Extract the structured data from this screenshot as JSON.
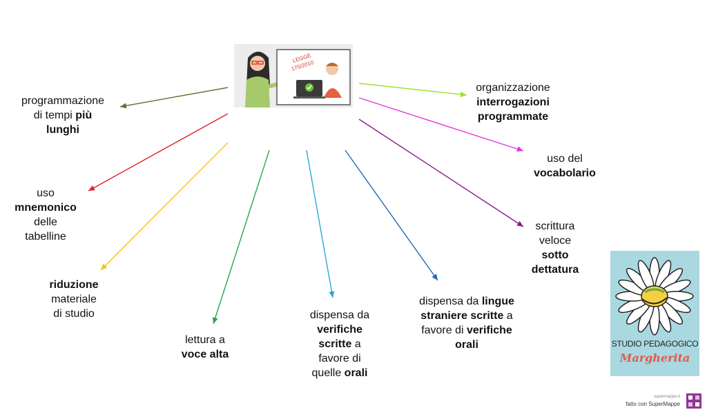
{
  "central": {
    "badge_text_1": "LEGGE",
    "badge_text_2": "170/2010"
  },
  "nodes": [
    {
      "id": "programmazione",
      "parts": [
        [
          "programmazione",
          false
        ],
        [
          "\n",
          false
        ],
        [
          "di tempi ",
          false
        ],
        [
          "più",
          true
        ],
        [
          "\n",
          false
        ],
        [
          "lunghi",
          true
        ]
      ]
    },
    {
      "id": "mnemonico",
      "parts": [
        [
          "uso",
          false
        ],
        [
          "\n",
          false
        ],
        [
          "mnemonico",
          true
        ],
        [
          "\n",
          false
        ],
        [
          "delle",
          false
        ],
        [
          "\n",
          false
        ],
        [
          "tabelline",
          false
        ]
      ]
    },
    {
      "id": "riduzione",
      "parts": [
        [
          "riduzione",
          true
        ],
        [
          "\n",
          false
        ],
        [
          "materiale",
          false
        ],
        [
          "\n",
          false
        ],
        [
          "di studio",
          false
        ]
      ]
    },
    {
      "id": "lettura",
      "parts": [
        [
          "lettura a",
          false
        ],
        [
          "\n",
          false
        ],
        [
          "voce alta",
          true
        ]
      ]
    },
    {
      "id": "dispensa-verifiche",
      "parts": [
        [
          "dispensa da",
          false
        ],
        [
          "\n",
          false
        ],
        [
          "verifiche",
          true
        ],
        [
          "\n",
          false
        ],
        [
          "scritte",
          true
        ],
        [
          " a",
          false
        ],
        [
          "\n",
          false
        ],
        [
          "favore di",
          false
        ],
        [
          "\n",
          false
        ],
        [
          "quelle ",
          false
        ],
        [
          "orali",
          true
        ]
      ]
    },
    {
      "id": "dispensa-lingue",
      "parts": [
        [
          "dispensa da ",
          false
        ],
        [
          "lingue",
          true
        ],
        [
          "\n",
          false
        ],
        [
          "straniere scritte",
          true
        ],
        [
          " a",
          false
        ],
        [
          "\n",
          false
        ],
        [
          "favore di ",
          false
        ],
        [
          "verifiche",
          true
        ],
        [
          "\n",
          false
        ],
        [
          "orali",
          true
        ]
      ]
    },
    {
      "id": "scrittura",
      "parts": [
        [
          "scrittura",
          false
        ],
        [
          "\n",
          false
        ],
        [
          "veloce",
          false
        ],
        [
          "\n",
          false
        ],
        [
          "sotto",
          true
        ],
        [
          "\n",
          false
        ],
        [
          "dettatura",
          true
        ]
      ]
    },
    {
      "id": "vocabolario",
      "parts": [
        [
          "uso del",
          false
        ],
        [
          "\n",
          false
        ],
        [
          "vocabolario",
          true
        ]
      ]
    },
    {
      "id": "interrogazioni",
      "parts": [
        [
          "organizzazione",
          false
        ],
        [
          "\n",
          false
        ],
        [
          "interrogazioni",
          true
        ],
        [
          "\n",
          false
        ],
        [
          "programmate",
          true
        ]
      ]
    }
  ],
  "arrow_colors": {
    "programmazione": "#6b6b3a",
    "mnemonico": "#e0202a",
    "riduzione": "#f2c318",
    "lettura": "#22a84a",
    "dispensa-verifiche": "#2aa6d8",
    "dispensa-lingue": "#1f6bb5",
    "scrittura": "#8b1a8b",
    "vocabolario": "#e236d8",
    "interrogazioni": "#9be22c"
  },
  "logo": {
    "line1": "STUDIO PEDAGOGICO",
    "line2": "Margherita"
  },
  "footer": {
    "small": "supermappe.it",
    "main": "fatto con SuperMappe"
  }
}
